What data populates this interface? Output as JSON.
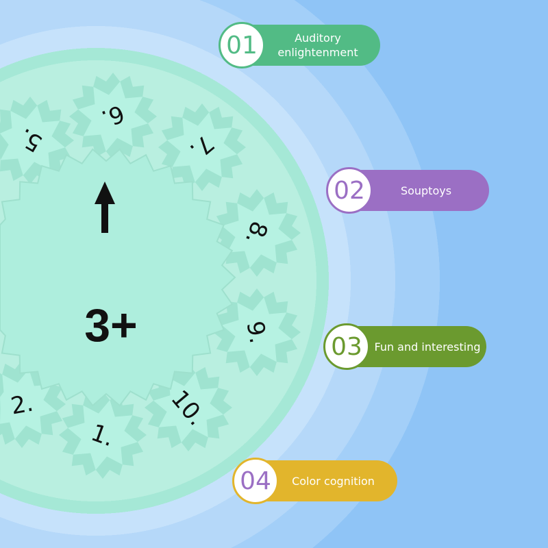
{
  "toy": {
    "center_label": "3+",
    "gear_numbers": [
      "5.",
      "6.",
      "7.",
      "8.",
      "9.",
      "10.",
      "1.",
      "2."
    ]
  },
  "features": [
    {
      "number": "01",
      "label": "Auditory enlightenment",
      "color": "#52bb85"
    },
    {
      "number": "02",
      "label": "Souptoys",
      "color": "#9b6fc4"
    },
    {
      "number": "03",
      "label": "Fun and interesting",
      "color": "#6b9a2f"
    },
    {
      "number": "04",
      "label": "Color cognition",
      "color": "#e2b52c"
    }
  ]
}
